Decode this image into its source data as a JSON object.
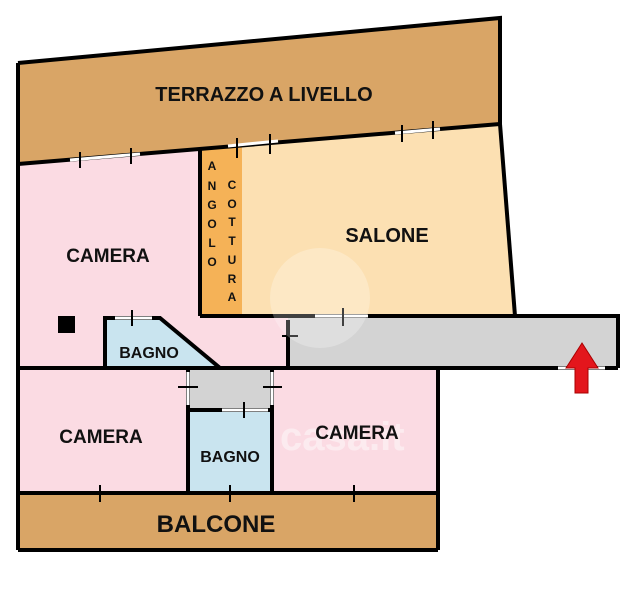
{
  "rooms": {
    "terrace": "TERRAZZO A LIVELLO",
    "living": "SALONE",
    "kitchen_left": [
      "A",
      "N",
      "G",
      "O",
      "L",
      "O"
    ],
    "kitchen_right": [
      "C",
      "O",
      "T",
      "T",
      "U",
      "R",
      "A"
    ],
    "bedroom_top": "CAMERA",
    "bath_top": "BAGNO",
    "bedroom_bottom_left": "CAMERA",
    "bath_bottom": "BAGNO",
    "bedroom_bottom_right": "CAMERA",
    "balcony": "BALCONE"
  },
  "watermark": "casa.it",
  "colors": {
    "terrace": "#d9a566",
    "living": "#fce0b2",
    "kitchen": "#f5b257",
    "bedroom": "#fbdbe3",
    "bath": "#c9e4ef",
    "corridor": "#d3d3d3",
    "entrance_arrow": "#e3161c"
  }
}
